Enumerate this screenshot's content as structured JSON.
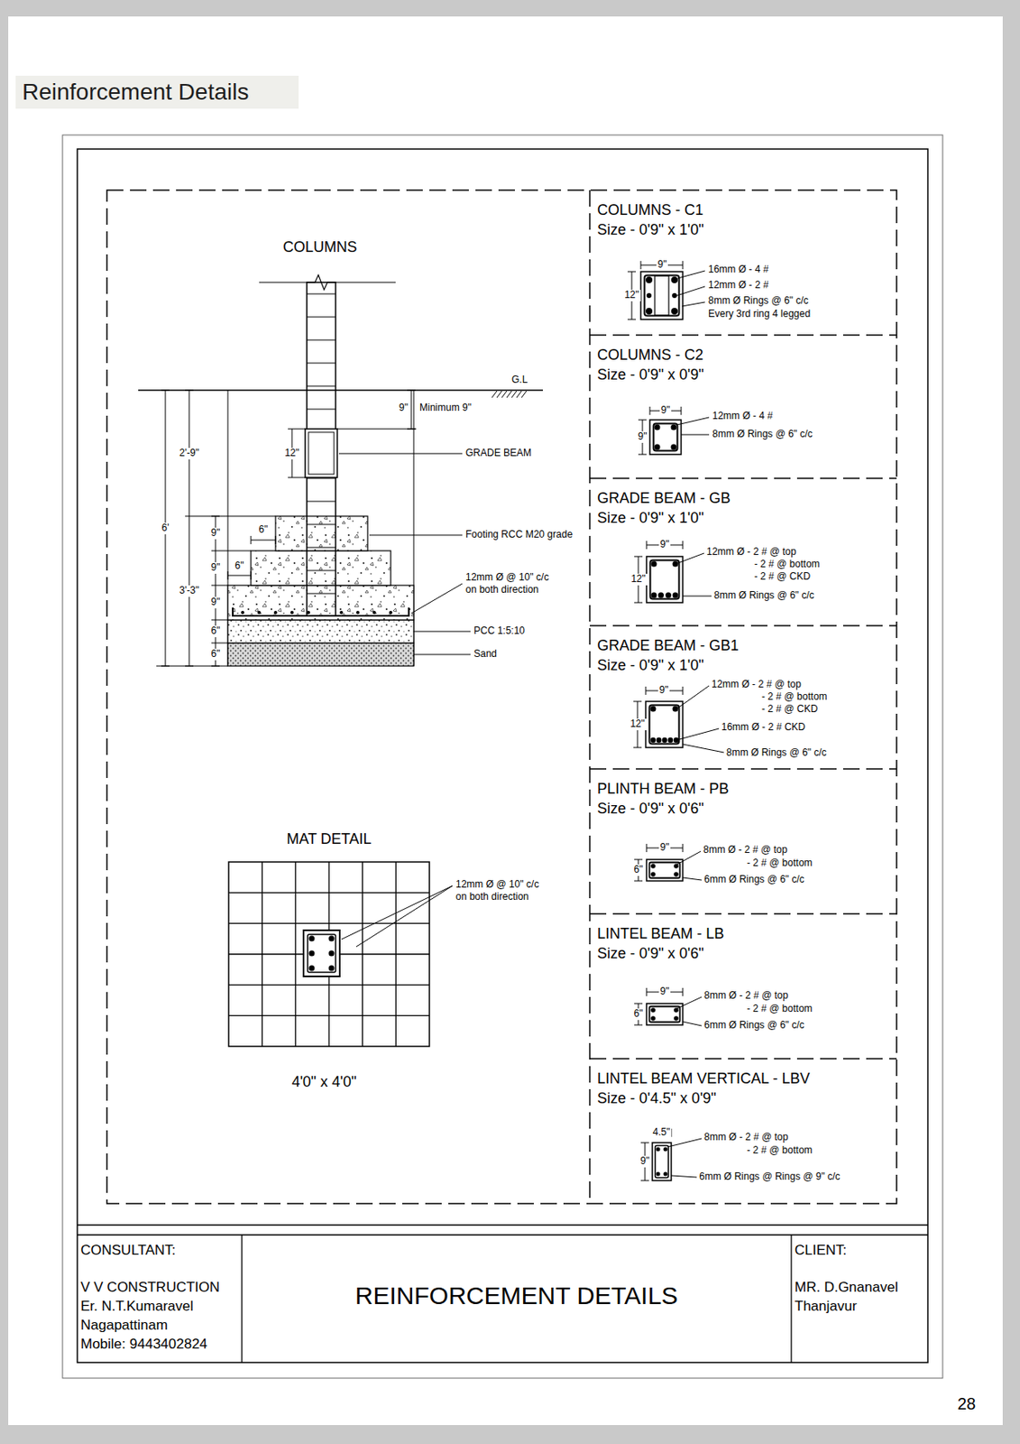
{
  "diagram": {
    "title": "Reinforcement Details",
    "nodes": [
      {
        "text": [
          "COLUMNS - C1",
          "Size - 0'9\" x 1'0\""
        ]
      },
      {
        "text": [
          "COLUMNS - C2",
          "Size - 0'9\" x 0'9\""
        ]
      },
      {
        "text": [
          "GRADE BEAM - GB",
          "Size - 0'9\" x 1'0\""
        ]
      },
      {
        "text": [
          "GRADE BEAM - GB1",
          "Size - 0'9\" x 1'0\""
        ]
      },
      {
        "text": [
          "PLINTH BEAM - PB",
          "Size - 0'9\" x 0'6\""
        ]
      },
      {
        "text": [
          "LINTEL BEAM - LB",
          "Size - 0'9\" x 0'6\""
        ]
      },
      {
        "text": [
          "LINTEL BEAM VERTICAL - LBV",
          "Size - 0'4.5\" x 0'9\""
        ]
      },
      {
        "text": [
          "CONSULTANT:",
          "V V CONSTRUCTION",
          "Er. N.T.Kumaravel",
          "Nagapattinam",
          "Mobile: 9443402824"
        ]
      },
      {
        "text": [
          "REINFORCEMENT DETAILS"
        ]
      },
      {
        "text": [
          "CLIENT:",
          "MR. D.Gnanavel",
          "Thanjavur"
        ]
      }
    ],
    "labels": [
      "COLUMNS",
      "G.L",
      "Minimum 9\"",
      "9\"",
      "2'-9\"",
      "12\"",
      "GRADE BEAM",
      "6'",
      "9\"",
      "6\"",
      "Footing RCC M20 grade",
      "9\"",
      "6\"",
      "12mm Ø @ 10\" c/c",
      "on both direction",
      "3'-3\"",
      "9\"",
      "6\"",
      "PCC 1:5:10",
      "6\"",
      "Sand",
      "MAT DETAIL",
      "12mm Ø @ 10\" c/c",
      "on both direction",
      "4'0\" x 4'0\"",
      "9\"",
      "12\"",
      "16mm Ø - 4 #",
      "12mm Ø - 2 #",
      "8mm Ø Rings @ 6\" c/c",
      "Every 3rd ring 4 legged",
      "9\"",
      "9\"",
      "12mm Ø - 4 #",
      "8mm Ø Rings @ 6\" c/c",
      "9\"",
      "12\"",
      "12mm Ø - 2 # @ top",
      "- 2 # @ bottom",
      "- 2 # @ CKD",
      "8mm Ø Rings @ 6\" c/c",
      "9\"",
      "12\"",
      "12mm Ø - 2 # @ top",
      "- 2 # @ bottom",
      "- 2 # @ CKD",
      "16mm Ø - 2 # CKD",
      "8mm Ø Rings @ 6\" c/c",
      "9\"",
      "6\"",
      "8mm Ø - 2 # @ top",
      "- 2 # @ bottom",
      "6mm Ø Rings @ 6\" c/c",
      "9\"",
      "6\"",
      "8mm Ø - 2 # @ top",
      "- 2 # @ bottom",
      "6mm Ø Rings @ 6\" c/c",
      "4.5\"",
      "9\"",
      "8mm Ø - 2 # @ top",
      "- 2 # @ bottom",
      "6mm Ø Rings @ Rings @ 9\" c/c",
      "28"
    ]
  }
}
